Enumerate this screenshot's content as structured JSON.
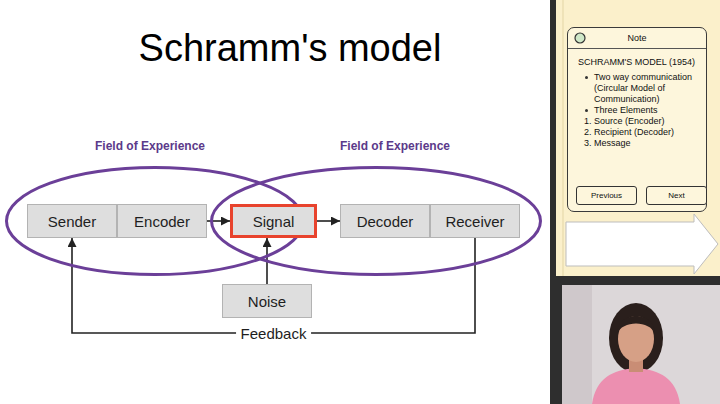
{
  "diagram": {
    "title": "Schramm's model",
    "nodes": [
      {
        "text": [
          "Field of Experience"
        ]
      },
      {
        "text": [
          "Sender"
        ],
        "in": 0
      },
      {
        "text": [
          "Encoder"
        ],
        "in": 0
      },
      {
        "text": [
          "Signal"
        ]
      },
      {
        "text": [
          "Field of Experience"
        ]
      },
      {
        "text": [
          "Decoder"
        ],
        "in": 4
      },
      {
        "text": [
          "Receiver"
        ],
        "in": 4
      },
      {
        "text": [
          "Noise"
        ]
      },
      {
        "text": [
          "Note",
          "SCHRAMM'S MODEL (1954)",
          "Two way communication (Circular Model of Communication)",
          "Three Elements",
          "1. Source (Encoder)",
          "2. Recipient (Decoder)",
          "3. Message"
        ]
      },
      {
        "text": [
          "Previous"
        ],
        "in": 8
      },
      {
        "text": [
          "Next"
        ],
        "in": 8
      }
    ],
    "edges": [
      {
        "from": 2,
        "to": 3,
        "arrow": "to"
      },
      {
        "from": 3,
        "to": 5,
        "arrow": "to"
      },
      {
        "from": 7,
        "to": 3,
        "arrow": "to"
      },
      {
        "from": 6,
        "to": 1,
        "label": "Feedback",
        "arrow": "to"
      }
    ]
  }
}
